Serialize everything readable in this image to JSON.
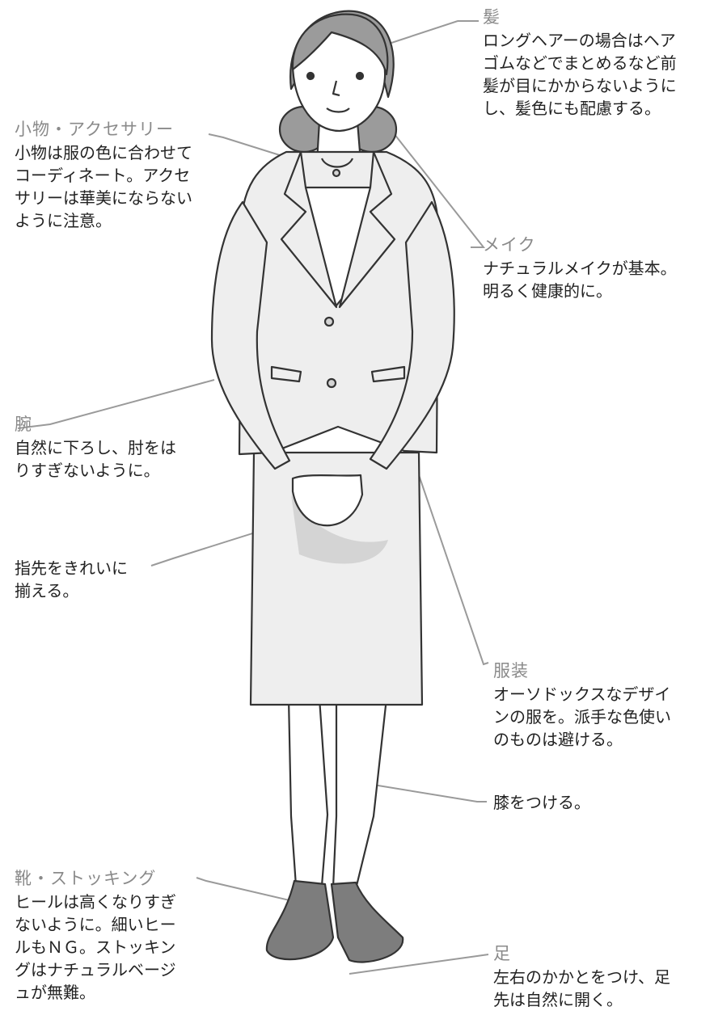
{
  "colors": {
    "heading": "#8a8a8a",
    "body_text": "#222222",
    "leader_line": "#9a9a9a",
    "outline": "#333333",
    "suit": "#eeeeee",
    "suit_shadow": "#d4d4d4",
    "hair": "#9b9b9b",
    "shoes": "#7d7d7d",
    "skin": "#ffffff"
  },
  "figure": {
    "icon": "standing-woman-in-business-suit"
  },
  "notes": {
    "hair": {
      "heading": "髪",
      "lines": [
        "ロングヘアーの場合はヘア",
        "ゴムなどでまとめるなど前",
        "髪が目にかからないように",
        "し、髪色にも配慮する。"
      ]
    },
    "accessories": {
      "heading": "小物・アクセサリー",
      "lines": [
        "小物は服の色に合わせて",
        "コーディネート。アクセ",
        "サリーは華美にならない",
        "ように注意。"
      ]
    },
    "makeup": {
      "heading": "メイク",
      "lines": [
        "ナチュラルメイクが基本。",
        "明るく健康的に。"
      ]
    },
    "arms": {
      "heading": "腕",
      "lines": [
        "自然に下ろし、肘をは",
        "りすぎないように。"
      ]
    },
    "fingers": {
      "lines": [
        "指先をきれいに",
        "揃える。"
      ]
    },
    "clothing": {
      "heading": "服装",
      "lines": [
        "オーソドックスなデザイ",
        "ンの服を。派手な色使い",
        "のものは避ける。"
      ]
    },
    "knees": {
      "lines": [
        "膝をつける。"
      ]
    },
    "shoes": {
      "heading": "靴・ストッキング",
      "lines": [
        "ヒールは高くなりすぎ",
        "ないように。細いヒー",
        "ルもＮＧ。ストッキン",
        "グはナチュラルベージ",
        "ュが無難。"
      ]
    },
    "feet": {
      "heading": "足",
      "lines": [
        "左右のかかとをつけ、足",
        "先は自然に開く。"
      ]
    }
  }
}
